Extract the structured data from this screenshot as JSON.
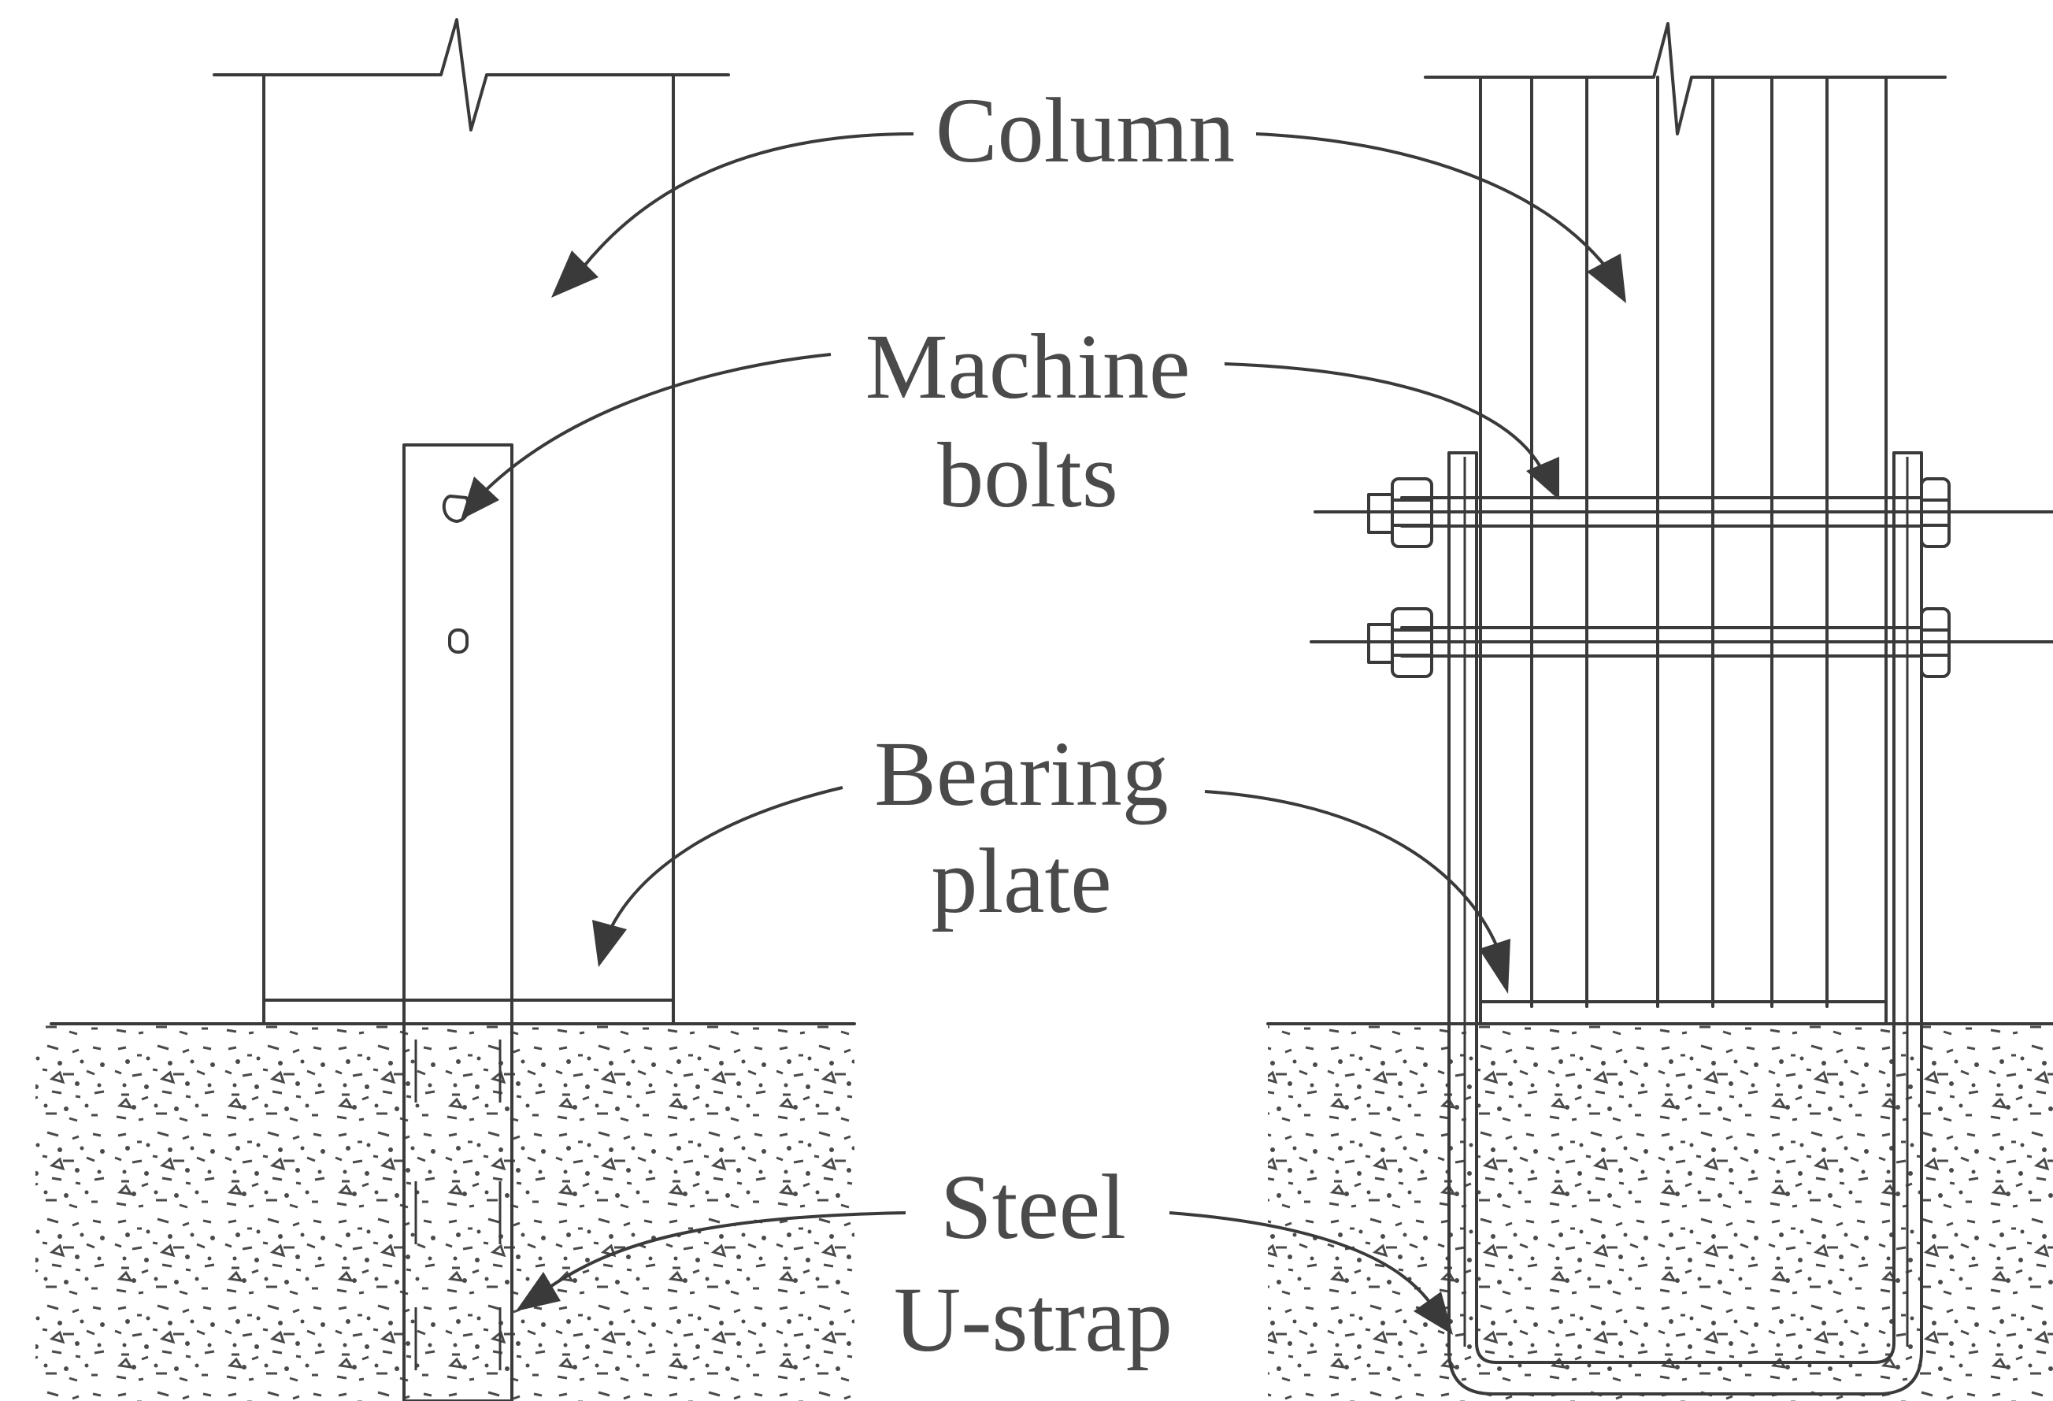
{
  "labels": {
    "column": "Column",
    "machine_bolts_1": "Machine",
    "machine_bolts_2": "bolts",
    "bearing_plate_1": "Bearing",
    "bearing_plate_2": "plate",
    "steel_ustrap_1": "Steel",
    "steel_ustrap_2": "U-strap"
  }
}
